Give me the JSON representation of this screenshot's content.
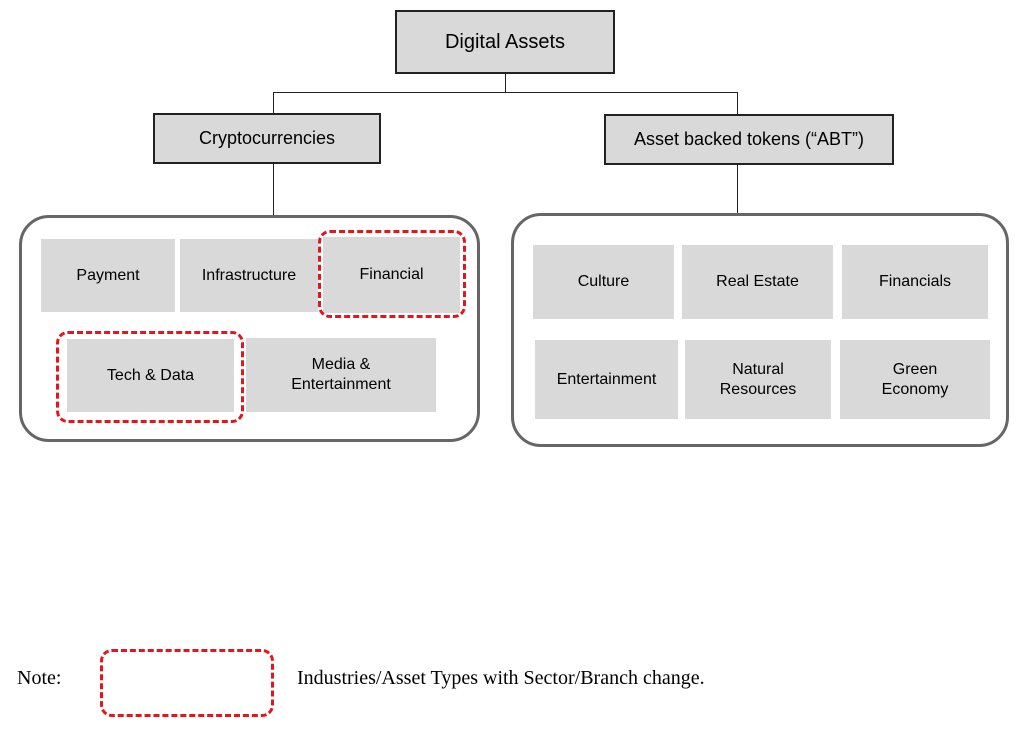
{
  "diagram": {
    "root": {
      "label": "Digital Assets"
    },
    "branches": [
      {
        "label": "Cryptocurrencies",
        "categories": [
          {
            "label": "Payment",
            "highlighted": false
          },
          {
            "label": "Infrastructure",
            "highlighted": false
          },
          {
            "label": "Financial",
            "highlighted": true
          },
          {
            "label": "Tech & Data",
            "highlighted": true
          },
          {
            "label": "Media & Entertainment",
            "highlighted": false
          }
        ]
      },
      {
        "label": "Asset backed tokens (“ABT”)",
        "categories": [
          {
            "label": "Culture",
            "highlighted": false
          },
          {
            "label": "Real Estate",
            "highlighted": false
          },
          {
            "label": "Financials",
            "highlighted": false
          },
          {
            "label": "Entertainment",
            "highlighted": false
          },
          {
            "label": "Natural Resources",
            "highlighted": false
          },
          {
            "label": "Green Economy",
            "highlighted": false
          }
        ]
      }
    ]
  },
  "note": {
    "label": "Note:",
    "legend_text": "Industries/Asset Types with Sector/Branch change."
  },
  "colors": {
    "box_fill": "#d9d9d9",
    "highlight_border": "#e3161e",
    "group_border": "#666666"
  }
}
